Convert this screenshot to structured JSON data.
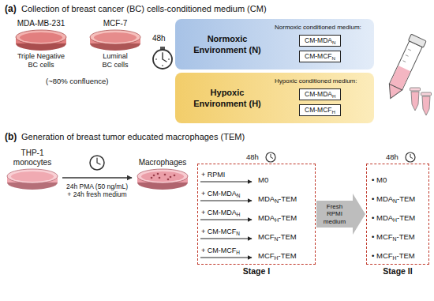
{
  "diagram": {
    "nodes": [
      {
        "text": [
          "MDA-MB-231",
          "Triple Negative BC cells"
        ]
      },
      {
        "text": [
          "MCF-7",
          "Luminal BC cells"
        ]
      },
      {
        "text": [
          "Normoxic Environment (N)",
          "Normoxic conditioned medium:"
        ]
      },
      {
        "text": [
          "CM-MDAN"
        ],
        "in": 2
      },
      {
        "text": [
          "CM-MCFN"
        ],
        "in": 2
      },
      {
        "text": [
          "Hypoxic Environment (H)",
          "Hypoxic conditioned medium:"
        ]
      },
      {
        "text": [
          "CM-MDAH"
        ],
        "in": 5
      },
      {
        "text": [
          "CM-MCFH"
        ],
        "in": 5
      },
      {
        "text": [
          "THP-1 monocytes"
        ]
      },
      {
        "text": [
          "Macrophages"
        ]
      },
      {
        "text": [
          "Stage I",
          "+ RPMI",
          "M0",
          "+ CM-MDAN",
          "MDAN-TEM",
          "+ CM-MDAH",
          "MDAH-TEM",
          "+ CM-MCFN",
          "MCFN-TEM",
          "+ CM-MCFH",
          "MCFH-TEM"
        ]
      },
      {
        "text": [
          "Stage II",
          "• M0",
          "• MDAN-TEM",
          "• MDAH-TEM",
          "• MCFN-TEM",
          "• MCFH-TEM"
        ]
      }
    ],
    "edges": [
      {
        "from": 8,
        "to": 9,
        "arrow": "to",
        "label": "24h PMA (50 ng/mL) + 24h fresh medium"
      },
      {
        "from": 10,
        "to": 11,
        "arrow": "to",
        "label": "Fresh RPMI medium"
      }
    ],
    "labels": [
      "(a)",
      "Collection of breast cancer (BC) cells-conditioned medium (CM)",
      "(~80% confluence)",
      "48h",
      "(b)",
      "Generation of breast tumor educated macrophages (TEM)",
      "48h",
      "48h"
    ]
  }
}
